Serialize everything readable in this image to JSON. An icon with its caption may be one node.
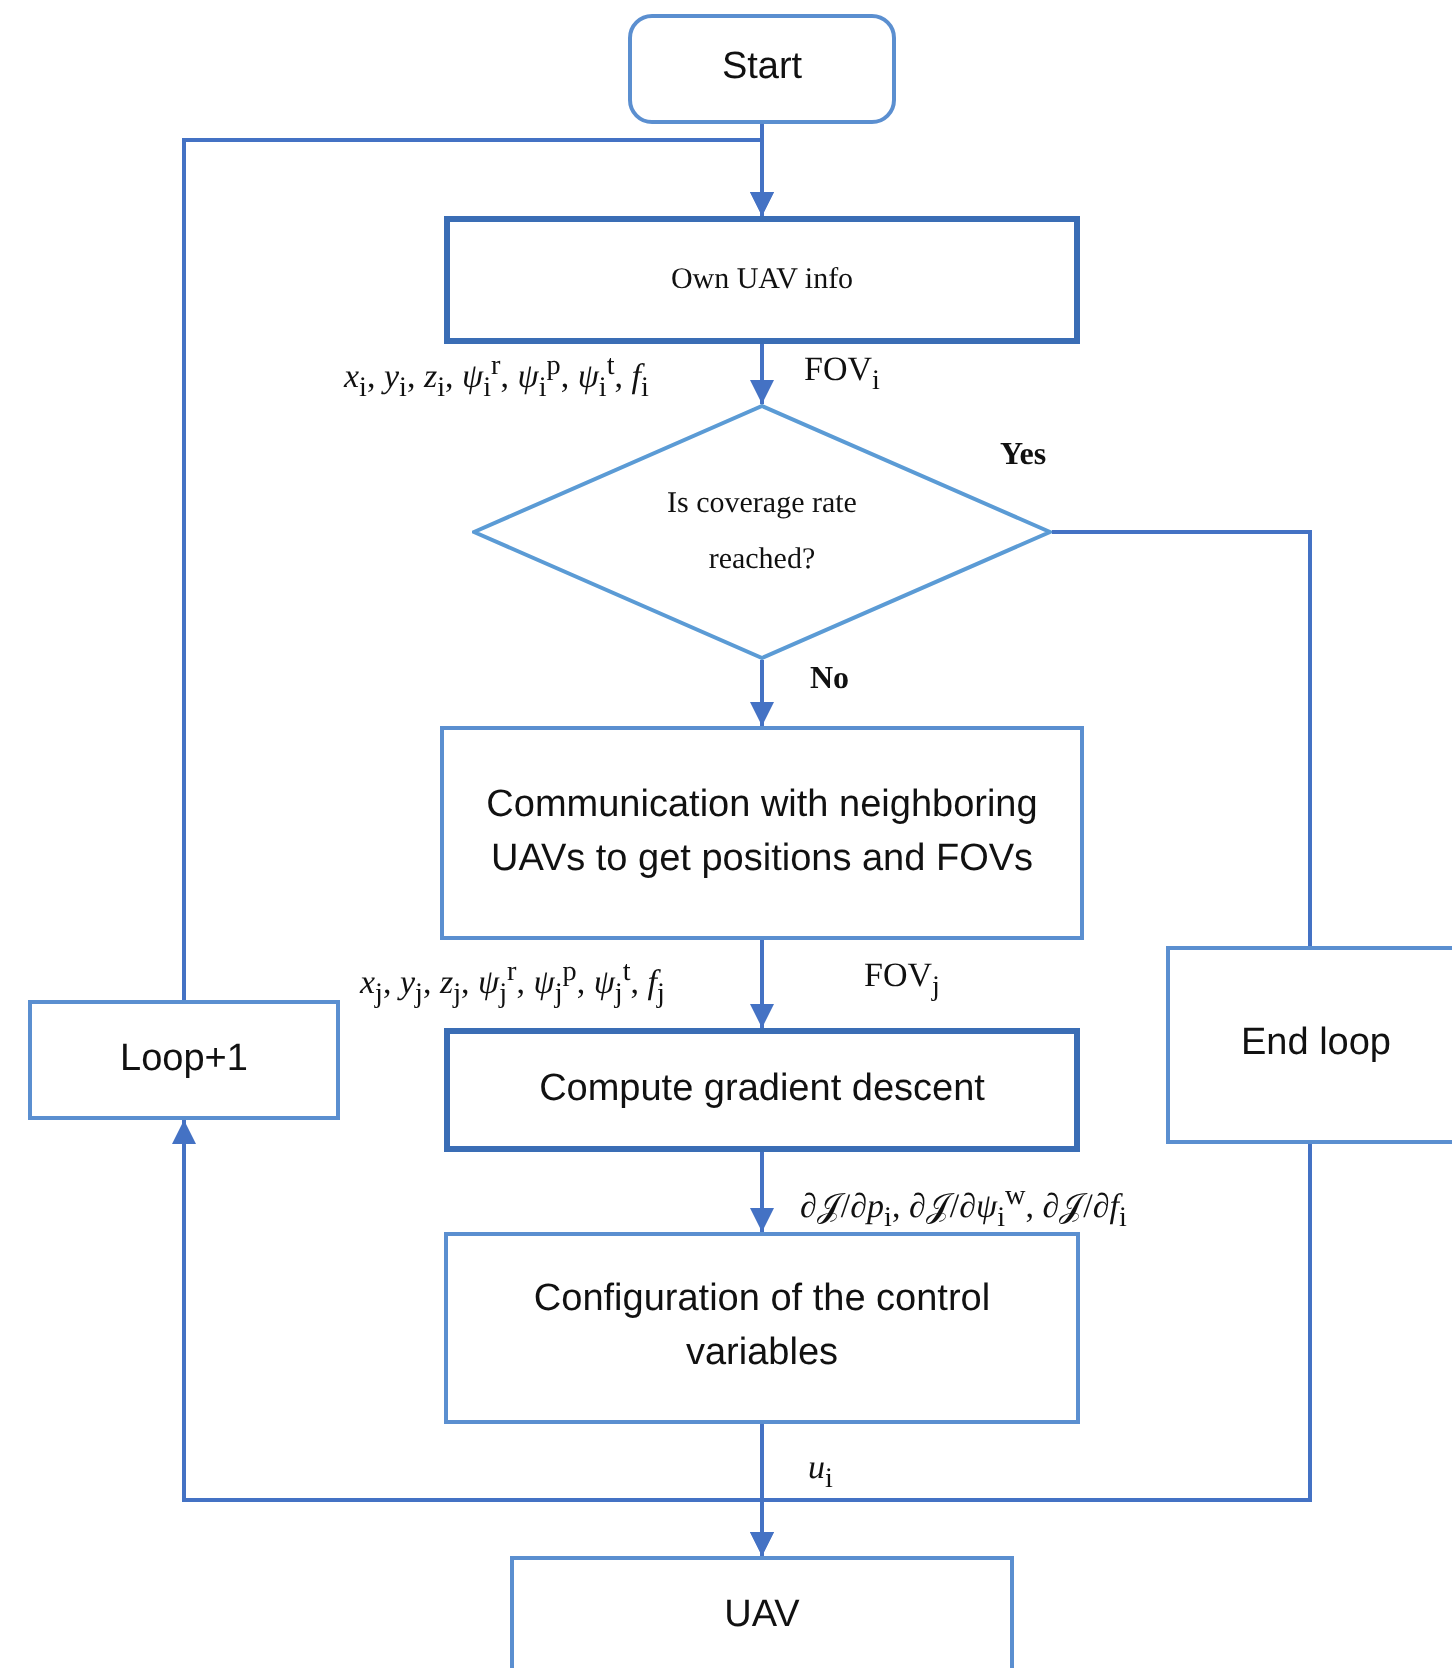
{
  "diagram": {
    "nodes": [
      {
        "text": [
          "Start"
        ]
      },
      {
        "text": [
          "Own UAV info"
        ]
      },
      {
        "text": [
          "Is coverage rate reached?"
        ]
      },
      {
        "text": [
          "Communication with neighboring UAVs to get positions and FOVs"
        ]
      },
      {
        "text": [
          "Compute gradient descent"
        ]
      },
      {
        "text": [
          "Configuration of the control variables"
        ]
      },
      {
        "text": [
          "UAV"
        ]
      },
      {
        "text": [
          "Loop+1"
        ]
      },
      {
        "text": [
          "End loop"
        ]
      }
    ],
    "edges": [
      {
        "from": 0,
        "to": 1,
        "arrow": "to"
      },
      {
        "from": 7,
        "to": 1,
        "arrow": "to"
      },
      {
        "from": 1,
        "to": 2,
        "arrow": "to"
      },
      {
        "from": 2,
        "to": 3,
        "arrow": "to",
        "label": "No"
      },
      {
        "from": 2,
        "to": 8,
        "arrow": "none",
        "label": "Yes"
      },
      {
        "from": 3,
        "to": 4,
        "arrow": "to"
      },
      {
        "from": 4,
        "to": 5,
        "arrow": "to"
      },
      {
        "from": 5,
        "to": 6,
        "arrow": "to"
      },
      {
        "from": 8,
        "to": 6,
        "arrow": "to"
      },
      {
        "from": 5,
        "to": 7,
        "arrow": "to"
      }
    ],
    "labels": [
      "*x*$_{i}$, *y*$_{i}$, *z*$_{i}$, *ψ*$_{i}$$^{r}$, *ψ*$_{i}$$^{p}$, *ψ*$_{i}$$^{t}$, *f*$_{i}$",
      "FOV$_{i}$",
      "*x*$_{j}$, *y*$_{j}$, *z*$_{j}$, *ψ*$_{j}$$^{r}$, *ψ*$_{j}$$^{p}$, *ψ*$_{j}$$^{t}$, *f*$_{j}$",
      "FOV$_{j}$",
      "∂𝒥/∂*p*$_{i}$, ∂𝒥/∂*ψ*$_{i}$$^{w}$, ∂𝒥/∂*f*$_{i}$",
      "*u*$_{i}$"
    ]
  }
}
